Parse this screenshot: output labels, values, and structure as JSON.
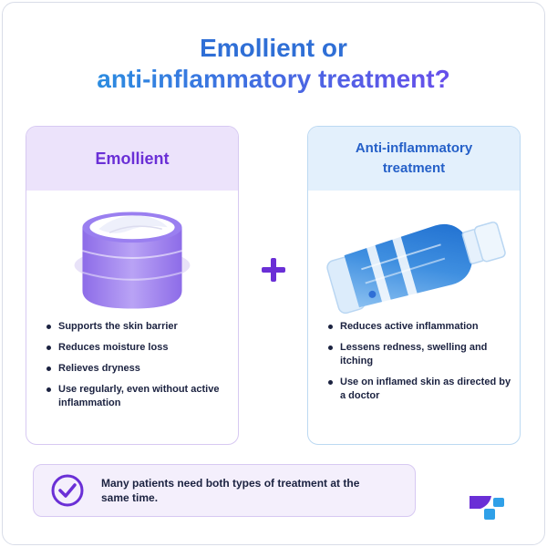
{
  "title": {
    "line1": "Emollient or",
    "line2": "anti-inflammatory treatment?"
  },
  "emollient": {
    "heading": "Emollient",
    "bullets": [
      "Supports the skin barrier",
      "Reduces moisture loss",
      "Relieves dryness",
      "Use regularly, even without active inflammation"
    ]
  },
  "anti_inflammatory": {
    "heading": "Anti-inflammatory treatment",
    "bullets": [
      "Reduces active inflammation",
      "Lessens redness, swelling and itching",
      "Use on inflamed skin as directed by a doctor"
    ]
  },
  "note": {
    "text": "Many patients need both types of treatment at the same time."
  },
  "icons": {
    "cream_jar": "jar-icon",
    "tube": "tube-icon",
    "plus": "plus-icon",
    "check": "check-circle-icon",
    "logo": "brand-logo"
  },
  "colors": {
    "purple": "#6a2fd6",
    "blue": "#2f6fd6",
    "text": "#1b2240"
  }
}
